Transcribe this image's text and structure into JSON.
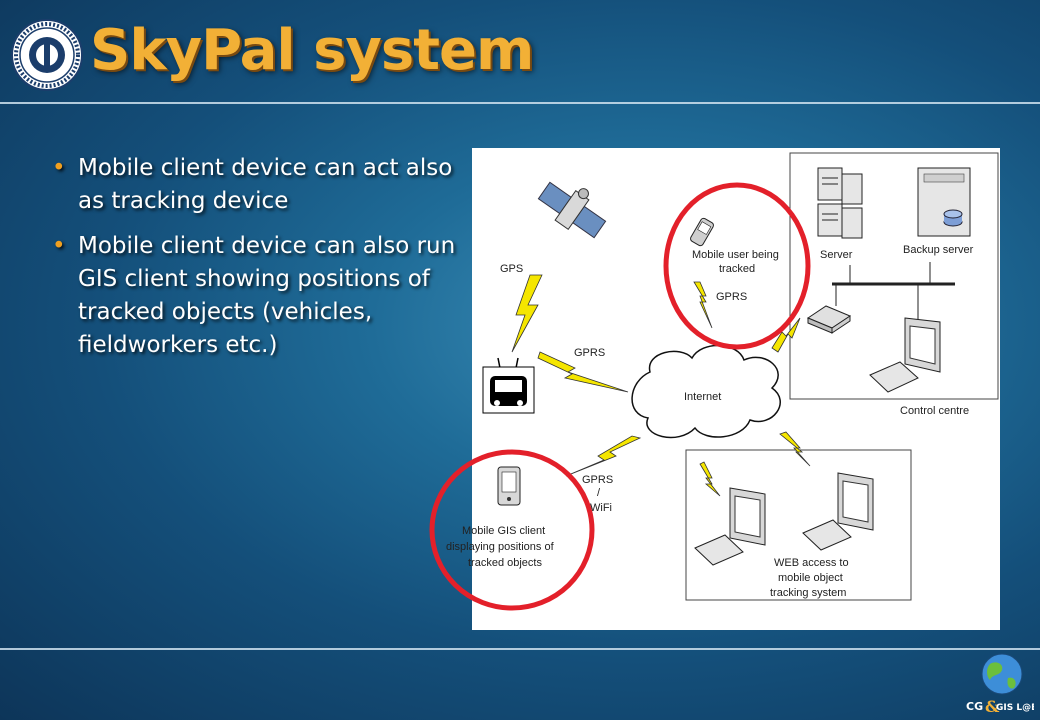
{
  "slide": {
    "title": "SkyPal system",
    "logo": {
      "icon": "university-seal-icon"
    },
    "bullets": [
      "Mobile client device can act also as tracking device",
      "Mobile client device can also run GIS client showing positions of tracked objects (vehicles, fieldworkers etc.)"
    ]
  },
  "diagram": {
    "labels": {
      "gps": "GPS",
      "gprs_bus": "GPRS",
      "gprs_mobile": "GPRS",
      "gprs_wifi_1": "GPRS",
      "gprs_wifi_2": "/",
      "gprs_wifi_3": "WiFi",
      "internet": "Internet",
      "mobile_user_1": "Mobile user being",
      "mobile_user_2": "tracked",
      "server": "Server",
      "backup_server": "Backup server",
      "control_centre": "Control centre",
      "gis_client_1": "Mobile GIS client",
      "gis_client_2": "displaying positions of",
      "gis_client_3": "tracked objects",
      "web_1": "WEB access to",
      "web_2": "mobile object",
      "web_3": "tracking system"
    },
    "highlight_color": "#e3202a",
    "lightning_color": "#f5e600"
  },
  "footer_logo": {
    "icon": "globe-icon",
    "text_left": "CG",
    "text_amp": "&",
    "text_right": "GIS L@B"
  }
}
